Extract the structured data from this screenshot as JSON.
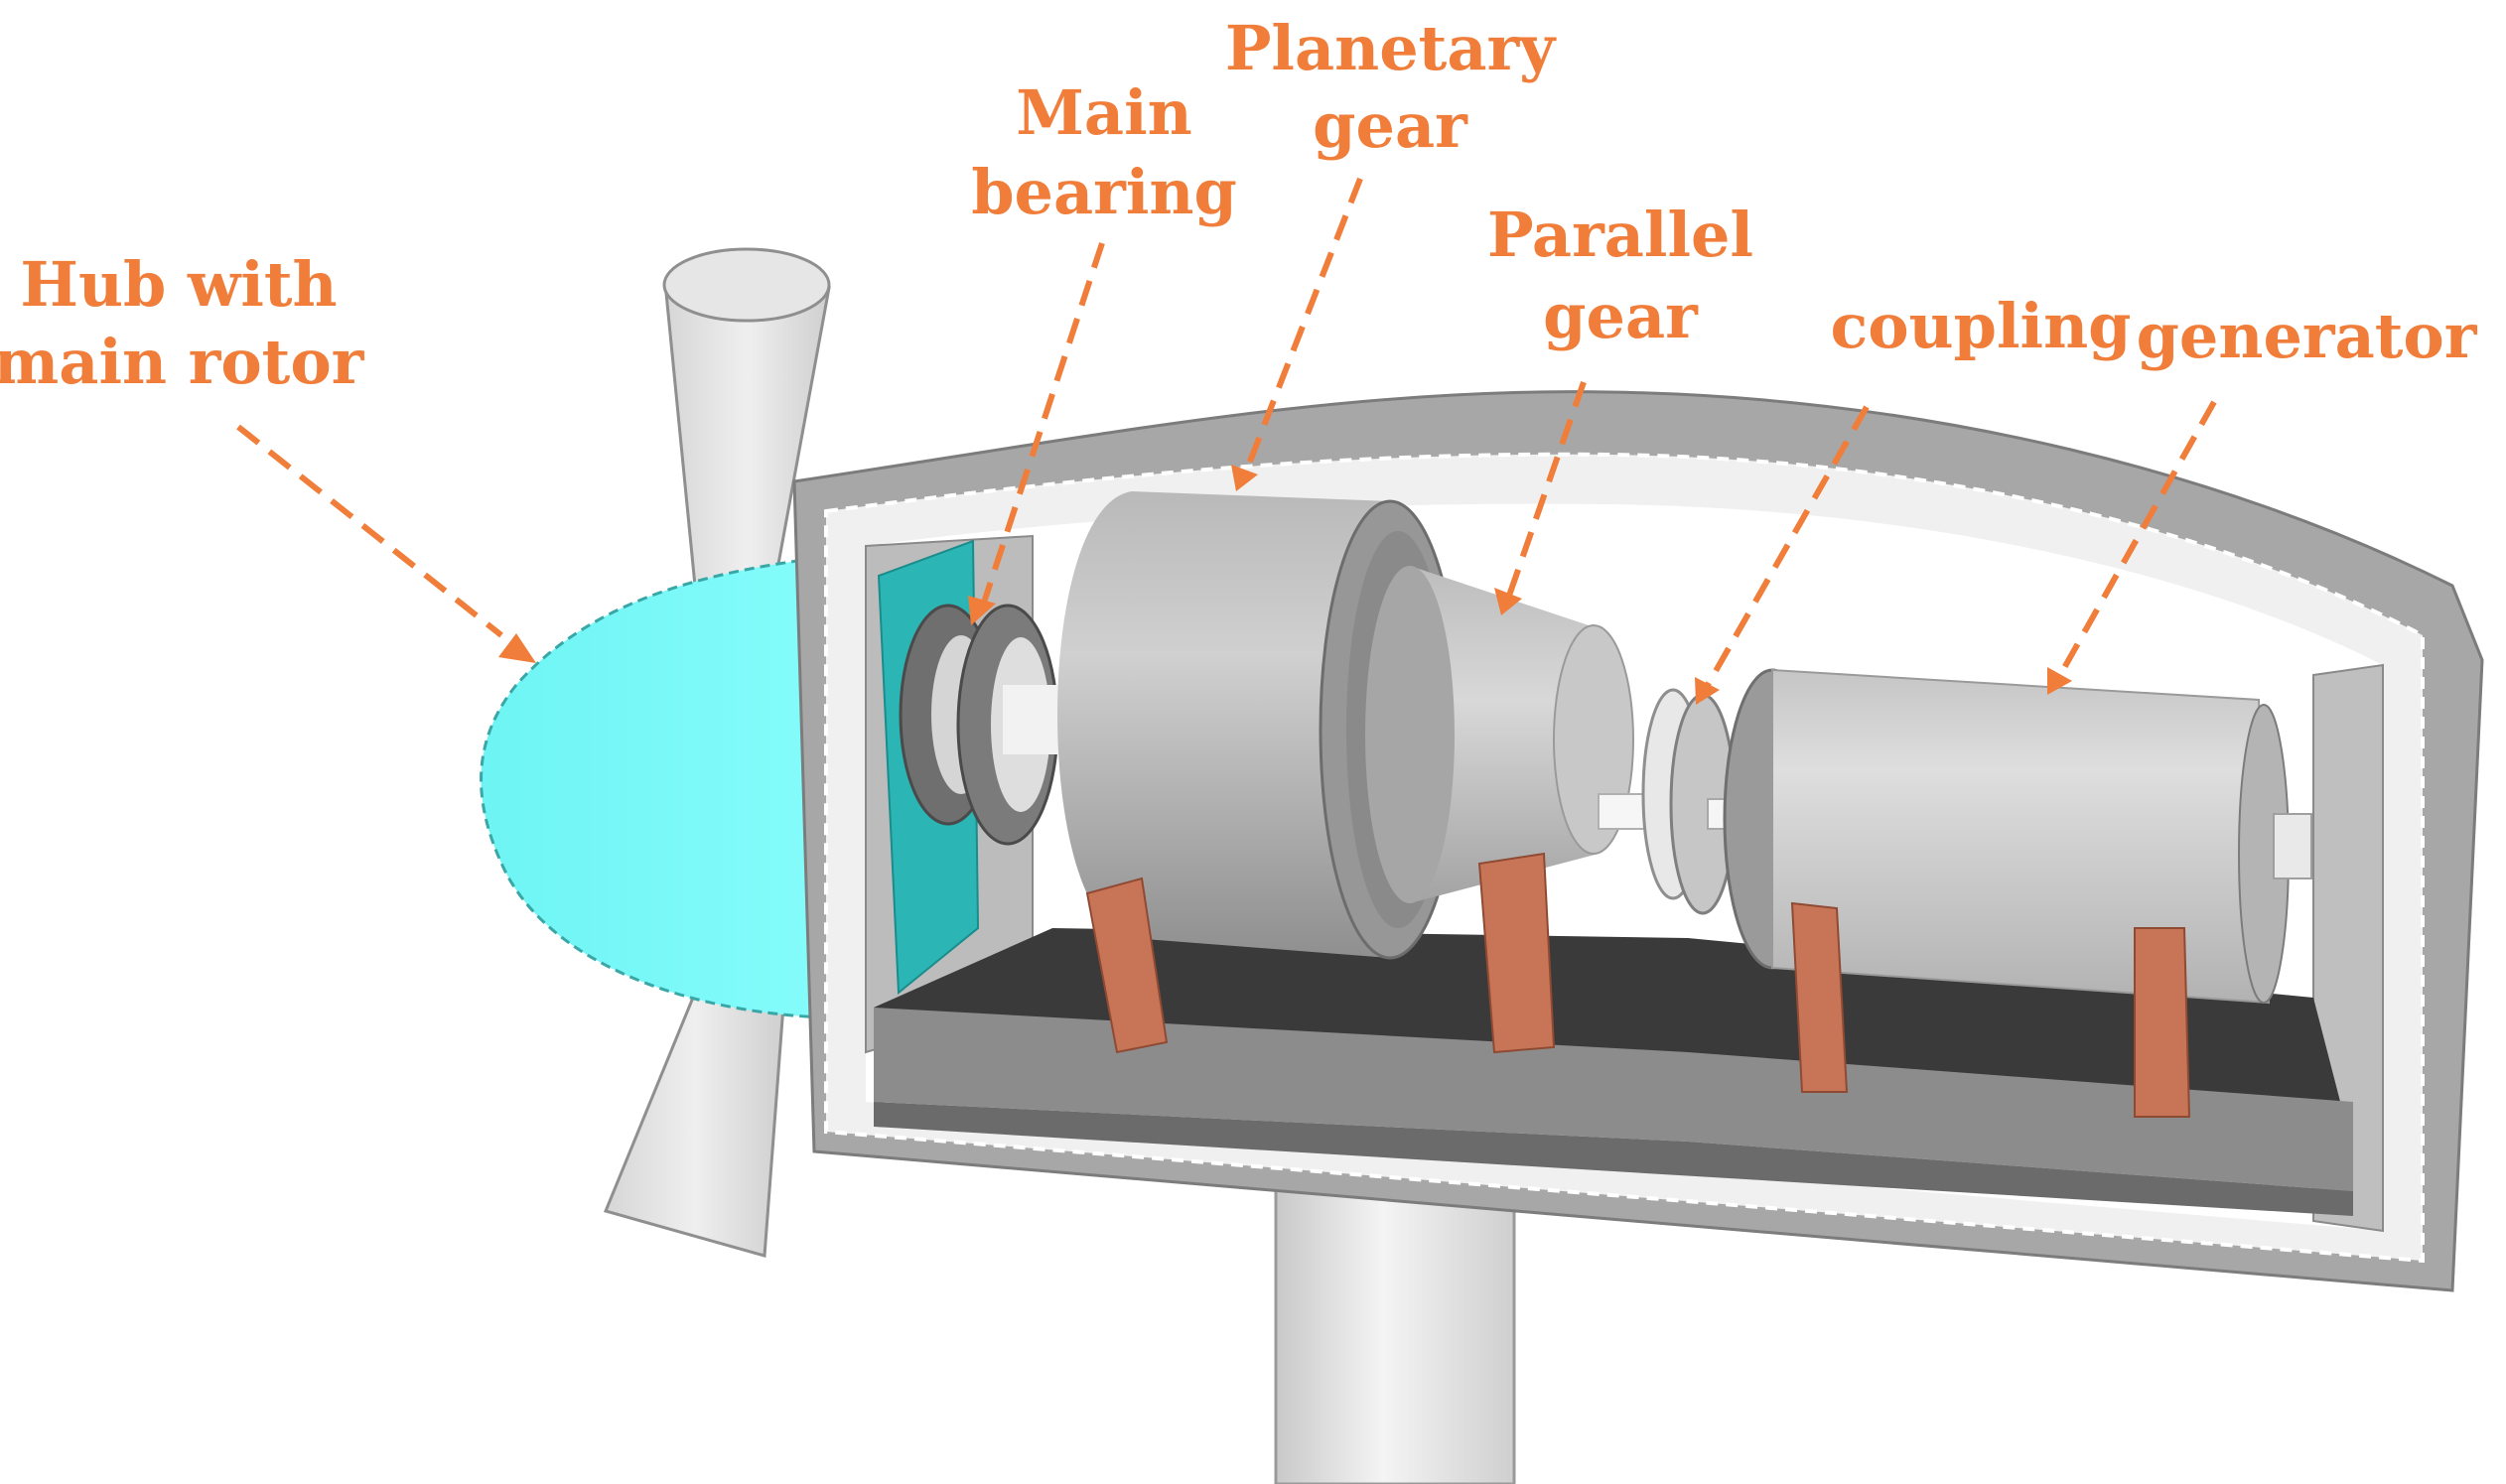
{
  "labels": {
    "hub_line1": "Hub with",
    "hub_line2": "main rotor",
    "main_bearing_line1": "Main",
    "main_bearing_line2": "bearing",
    "planetary_line1": "Planetary",
    "planetary_line2": "gear",
    "parallel_line1": "Parallel",
    "parallel_line2": "gear",
    "coupling": "coupling",
    "generator": "generator"
  },
  "colors": {
    "callout": "#F07E3A",
    "hub": "#7BFBFB",
    "housing": "#A8A8A8",
    "floor": "#3C3C3C",
    "support": "#C87456",
    "gear": "#BDBDBD",
    "tower": "#EEEEEE"
  }
}
